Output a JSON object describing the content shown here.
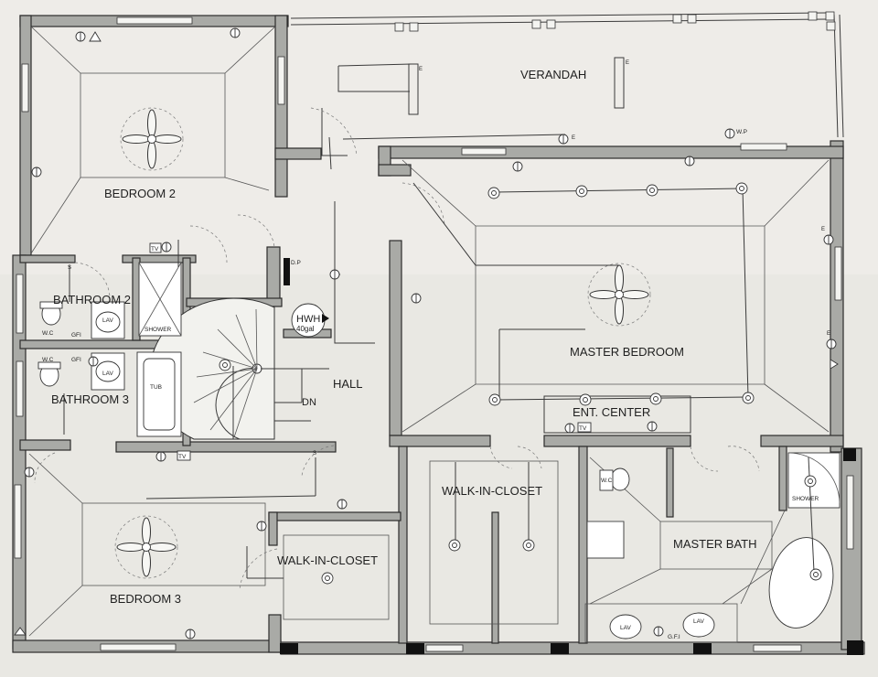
{
  "rooms": {
    "verandah": "VERANDAH",
    "bedroom_2": "BEDROOM 2",
    "bathroom_2": "BATHROOM 2",
    "bathroom_3": "BATHROOM 3",
    "bedroom_3": "BEDROOM 3",
    "hall": "HALL",
    "master_bedroom": "MASTER BEDROOM",
    "ent_center": "ENT. CENTER",
    "walk_in_closet_center": "WALK-IN-CLOSET",
    "walk_in_closet_left": "WALK-IN-CLOSET",
    "master_bath": "MASTER BATH"
  },
  "fixtures": {
    "hwh_line1": "HWH",
    "hwh_line2": "40gal",
    "stair_direction": "DN",
    "shower_bath2": "SHOWER",
    "shower_master": "SHOWER",
    "tub": "TUB",
    "lav": "LAV",
    "wc": "W.C",
    "gfi": "GFI",
    "gfi_master": "G.F.I",
    "tv": "TV",
    "dp": "D.P",
    "wp": "W.P",
    "exhaust": "E",
    "switch": "S"
  }
}
